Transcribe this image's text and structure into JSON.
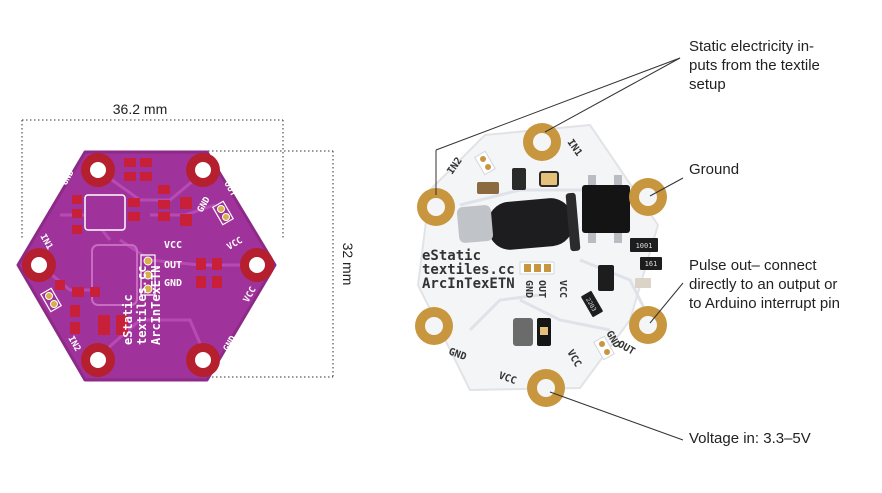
{
  "dimensions": {
    "width_label": "36.2 mm",
    "height_label": "32 mm"
  },
  "board_left": {
    "pad_labels": {
      "gnd_top_left": "GND",
      "in1": "IN1",
      "in2": "IN2",
      "out": "OUT",
      "gnd_mid": "GND",
      "vcc_pad": "VCC",
      "vcc_right": "VCC",
      "gnd_bottom": "GND"
    },
    "pin_labels": [
      "VCC",
      "OUT",
      "GND"
    ],
    "silkscreen_lines": [
      "eStatic",
      "textiles.cc",
      "ArcInTexETN"
    ]
  },
  "board_right": {
    "pad_labels": {
      "in2": "IN2",
      "in1": "IN1",
      "gnd": "GND",
      "vcc": "VCC",
      "gnd2": "GND",
      "out": "OUT",
      "vcc2": "VCC"
    },
    "pin_labels": [
      "GND",
      "OUT",
      "VCC"
    ],
    "silkscreen_lines": [
      "eStatic",
      "textiles.cc",
      "ArcInTexETN"
    ],
    "component_codes": [
      "1001",
      "161",
      "2203"
    ]
  },
  "callouts": {
    "static_inputs": [
      "Static electricity in-",
      "puts from the textile",
      "setup"
    ],
    "ground": [
      "Ground"
    ],
    "pulse_out": [
      "Pulse out– connect",
      "directly to an output or",
      "to Arduino interrupt pin"
    ],
    "voltage_in": [
      "Voltage in: 3.3–5V"
    ]
  },
  "colors": {
    "left_board": "#a0339b",
    "left_pad": "#b51f2e",
    "right_board": "#f4f5f7",
    "right_pad": "#c8963e"
  }
}
